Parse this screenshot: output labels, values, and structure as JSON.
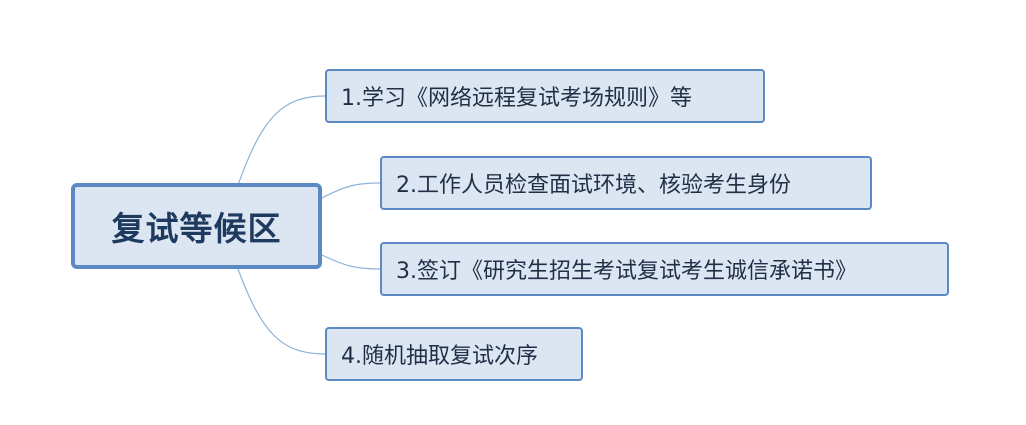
{
  "root": {
    "label": "复试等候区"
  },
  "children": [
    {
      "label": "1.学习《网络远程复试考场规则》等"
    },
    {
      "label": "2.工作人员检查面试环境、核验考生身份"
    },
    {
      "label": "3.签订《研究生招生考试复试考生诚信承诺书》"
    },
    {
      "label": "4.随机抽取复试次序"
    }
  ],
  "colors": {
    "node_fill": "#dce6f2",
    "node_border": "#5b89c3",
    "connector": "#8fb3d6",
    "root_text": "#1f3a5f"
  }
}
